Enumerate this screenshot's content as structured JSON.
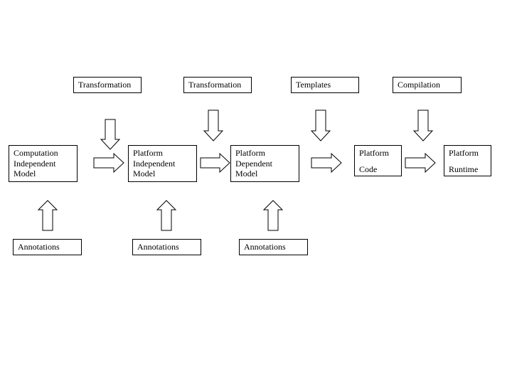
{
  "colors": {
    "stroke": "#000000",
    "fill": "#ffffff"
  },
  "top_labels": [
    "Transformation",
    "Transformation",
    "Templates",
    "Compilation"
  ],
  "models": [
    {
      "lines": [
        "Computation",
        "Independent",
        "Model"
      ]
    },
    {
      "lines": [
        "Platform",
        "Independent",
        "Model"
      ]
    },
    {
      "lines": [
        "Platform",
        "Dependent",
        "Model"
      ]
    },
    {
      "lines": [
        "Platform",
        "Code"
      ]
    },
    {
      "lines": [
        "Platform",
        "Runtime"
      ]
    }
  ],
  "bottom_labels": [
    "Annotations",
    "Annotations",
    "Annotations"
  ],
  "arrow_icons": [
    "down-arrow-icon",
    "right-arrow-icon",
    "up-arrow-icon"
  ]
}
